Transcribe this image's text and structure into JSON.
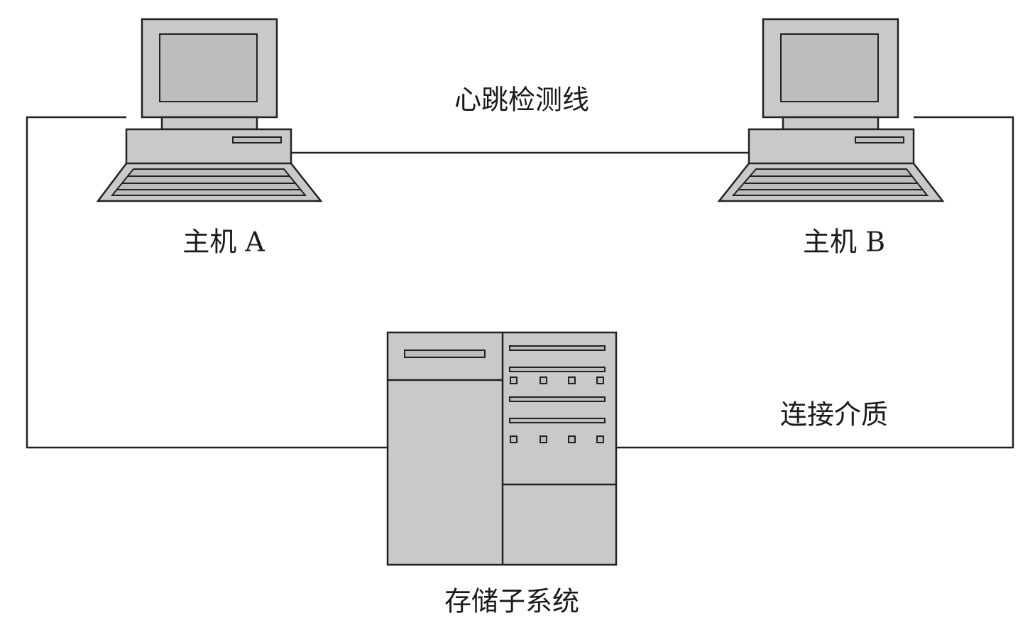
{
  "labels": {
    "heartbeat_line": "心跳检测线",
    "host_a": "主机 A",
    "host_b": "主机 B",
    "connection_medium": "连接介质",
    "storage_subsystem": "存储子系统"
  }
}
